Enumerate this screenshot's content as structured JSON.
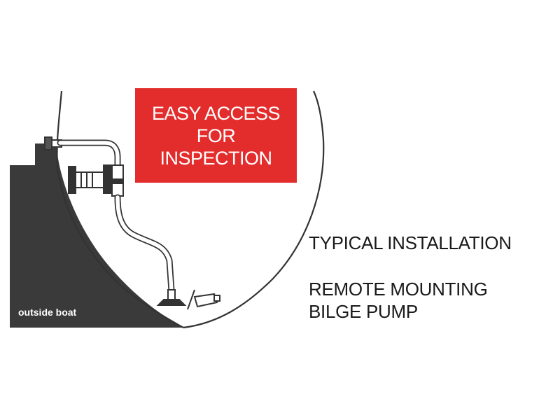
{
  "callout": {
    "lines": [
      "EASY ACCESS",
      "FOR",
      "INSPECTION"
    ],
    "color": "#e32d2d"
  },
  "hull": {
    "outside_label": "outside boat",
    "outside_color": "#3b3a3b"
  },
  "caption": {
    "heading": "TYPICAL INSTALLATION",
    "subtitle_line1": "REMOTE MOUNTING",
    "subtitle_line2": "BILGE PUMP"
  },
  "icons": [
    "hull-outline",
    "through-hull-fitting",
    "strainer",
    "hose",
    "bilge-pickup",
    "float-switch"
  ]
}
